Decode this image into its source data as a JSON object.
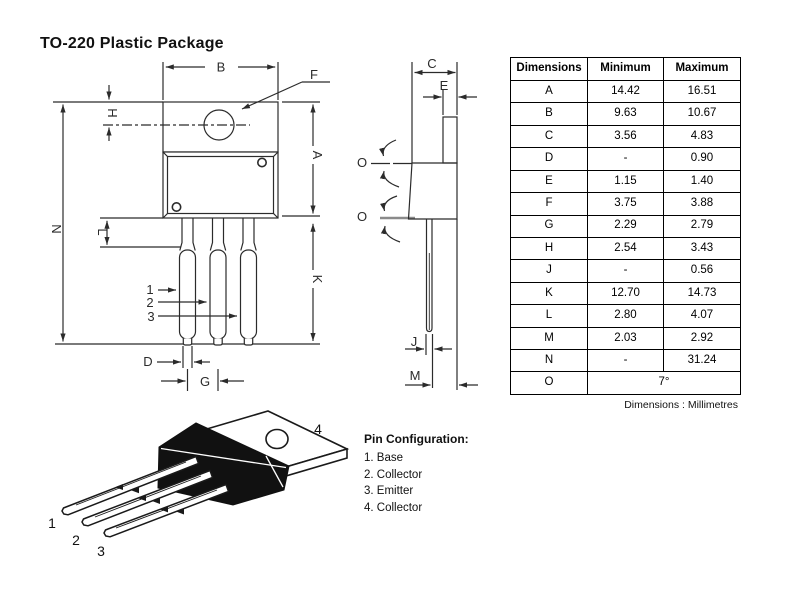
{
  "title": "TO-220 Plastic Package",
  "table": {
    "headers": [
      "Dimensions",
      "Minimum",
      "Maximum"
    ],
    "rows": [
      [
        "A",
        "14.42",
        "16.51"
      ],
      [
        "B",
        "9.63",
        "10.67"
      ],
      [
        "C",
        "3.56",
        "4.83"
      ],
      [
        "D",
        "-",
        "0.90"
      ],
      [
        "E",
        "1.15",
        "1.40"
      ],
      [
        "F",
        "3.75",
        "3.88"
      ],
      [
        "G",
        "2.29",
        "2.79"
      ],
      [
        "H",
        "2.54",
        "3.43"
      ],
      [
        "J",
        "-",
        "0.56"
      ],
      [
        "K",
        "12.70",
        "14.73"
      ],
      [
        "L",
        "2.80",
        "4.07"
      ],
      [
        "M",
        "2.03",
        "2.92"
      ],
      [
        "N",
        "-",
        "31.24"
      ],
      [
        "O",
        "7°"
      ]
    ],
    "footnote": "Dimensions : Millimetres"
  },
  "pin_config": {
    "heading": "Pin Configuration:",
    "items": [
      "1. Base",
      "2. Collector",
      "3. Emitter",
      "4. Collector"
    ]
  },
  "front_view": {
    "labels": {
      "B": "B",
      "F": "F",
      "H": "H",
      "A": "A",
      "N": "N",
      "L": "L",
      "K": "K",
      "D": "D",
      "G": "G"
    },
    "lead_numbers": [
      "1",
      "2",
      "3"
    ]
  },
  "side_view": {
    "labels": {
      "C": "C",
      "E": "E",
      "J": "J",
      "M": "M",
      "O_top": "O",
      "O_bottom": "O"
    }
  },
  "iso_view": {
    "lead_numbers": [
      "1",
      "2",
      "3"
    ],
    "tab_number": "4"
  },
  "colors": {
    "line": "#2b2b2b",
    "ink": "#111111",
    "background": "#ffffff"
  }
}
